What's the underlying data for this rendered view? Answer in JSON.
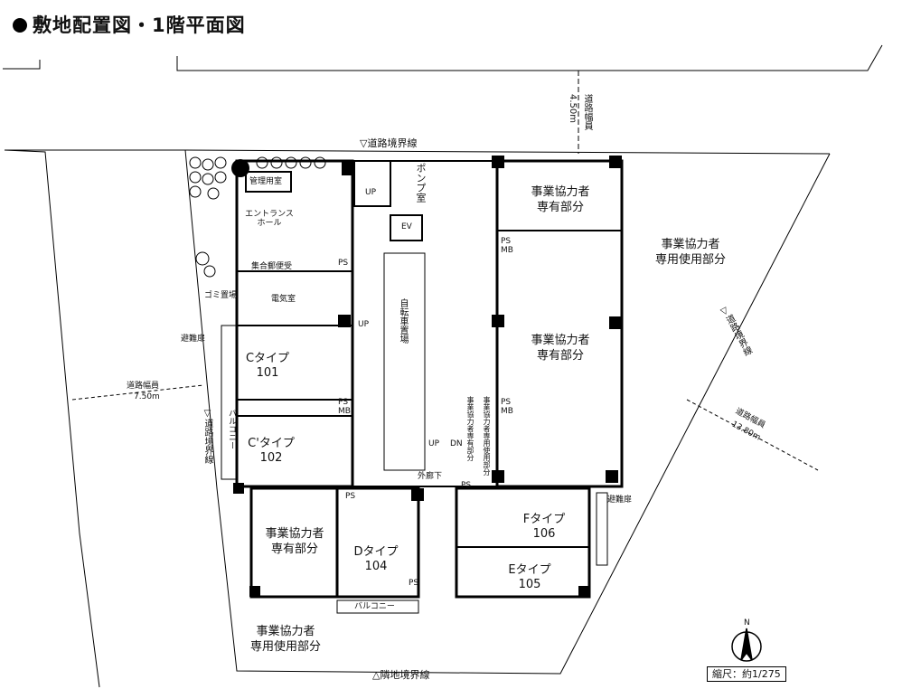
{
  "title": "敷地配置図・1階平面図",
  "labels": {
    "road_boundary_top": "▽道路境界線",
    "road_width_top": "道路幅員",
    "road_width_top_value": "4.50m",
    "pump_room": "ポンプ室",
    "up": "UP",
    "ev": "EV",
    "admin_room": "管理用室",
    "entrance_hall": "エントランスホール",
    "mailbox": "集合郵便受",
    "ps": "PS",
    "garbage": "ゴミ置場",
    "electric_room": "電気室",
    "evac_door": "避難扉",
    "bicycle_parking": "自転車置場",
    "c_type": "Cタイプ",
    "c_num": "101",
    "c2_type": "C'タイプ",
    "c2_num": "102",
    "balcony": "バルコニー",
    "road_width_left": "道路幅員",
    "road_width_left_value": "7.50m",
    "road_boundary_left": "▽道路境界線",
    "dn": "DN",
    "corridor": "外廊下",
    "partner_exclusive": "事業協力者専有部分",
    "partner_exclusive_l1": "事業協力者",
    "partner_exclusive_l2": "専有部分",
    "partner_use_l1": "事業協力者",
    "partner_use_l2": "専用使用部分",
    "partner_small": "事業協力者専用使用部分",
    "d_type": "Dタイプ",
    "d_num": "104",
    "e_type": "Eタイプ",
    "e_num": "105",
    "f_type": "Fタイプ",
    "f_num": "106",
    "road_boundary_right": "▽道路境界線",
    "road_width_right": "道路幅員",
    "road_width_right_value": "13.80m",
    "neighbor_boundary": "△隣地境界線",
    "north": "N",
    "scale": "縮尺：約1/275",
    "mb": "MB"
  }
}
